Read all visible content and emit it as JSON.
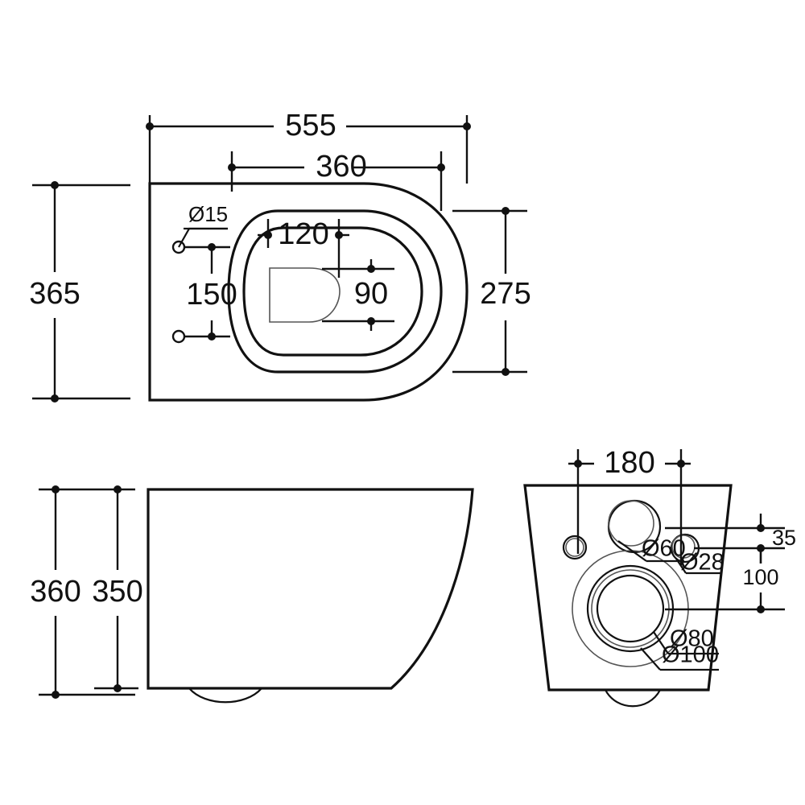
{
  "document": {
    "type": "technical-drawing",
    "subject": "wall-hung-toilet-pan",
    "units": "mm",
    "line_color": "#111111",
    "background_color": "#ffffff"
  },
  "views": {
    "top": {
      "name": "top-view",
      "dimensions": {
        "overall_length": "555",
        "bowl_length": "360",
        "overall_width": "365",
        "bowl_width": "275",
        "rim_offset": "120",
        "fixing_hole_spacing": "150",
        "inner_width": "90",
        "fixing_hole_diameter": "Ø15"
      }
    },
    "side": {
      "name": "side-view",
      "dimensions": {
        "overall_height": "360",
        "body_height": "350"
      }
    },
    "front": {
      "name": "front-view",
      "dimensions": {
        "bolt_spacing": "180",
        "offset_top": "35",
        "offset_bottom": "100",
        "flush_inlet": "Ø60",
        "small_hole": "Ø28",
        "outlet_inner": "Ø80",
        "outlet_outer": "Ø100"
      }
    }
  },
  "labels": {
    "d555": "555",
    "d360_top": "360",
    "d365": "365",
    "d275": "275",
    "d120": "120",
    "d150": "150",
    "d90": "90",
    "d15": "Ø15",
    "d360_side": "360",
    "d350_side": "350",
    "d180": "180",
    "d35": "35",
    "d100_vert": "100",
    "d60": "Ø60",
    "d28": "Ø28",
    "d80": "Ø80",
    "d100_dia": "Ø100"
  }
}
